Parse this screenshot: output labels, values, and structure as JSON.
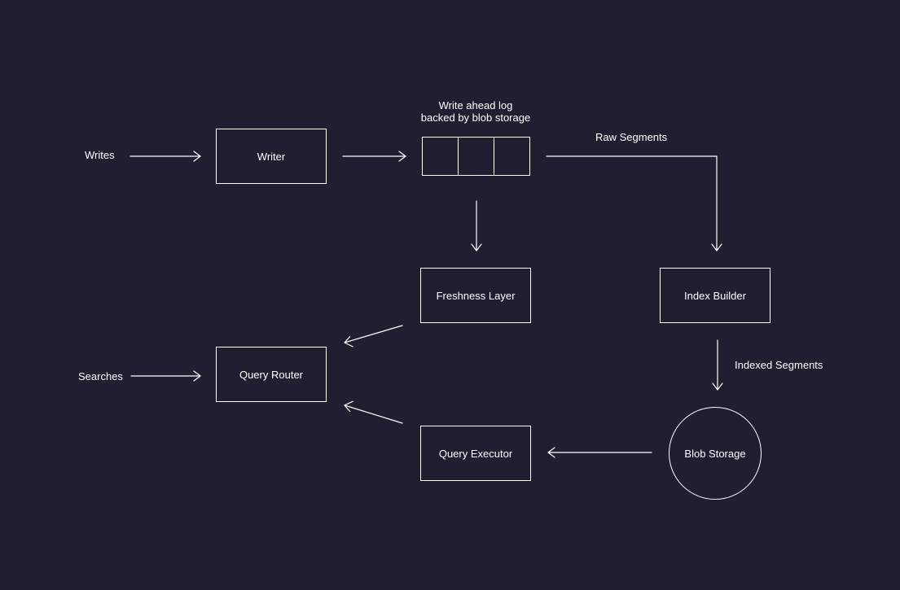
{
  "theme": {
    "background": "#1e1f30",
    "stroke": "#ffffff",
    "text": "#ffffff"
  },
  "labels": {
    "writes": "Writes",
    "searches": "Searches",
    "wal_line1": "Write ahead log",
    "wal_line2": "backed by blob storage",
    "raw_segments": "Raw Segments",
    "indexed_segments": "Indexed Segments"
  },
  "nodes": {
    "writer": "Writer",
    "freshness_layer": "Freshness Layer",
    "index_builder": "Index Builder",
    "query_router": "Query Router",
    "query_executor": "Query Executor",
    "blob_storage": "Blob Storage"
  },
  "wal": {
    "segment_count": 3
  }
}
